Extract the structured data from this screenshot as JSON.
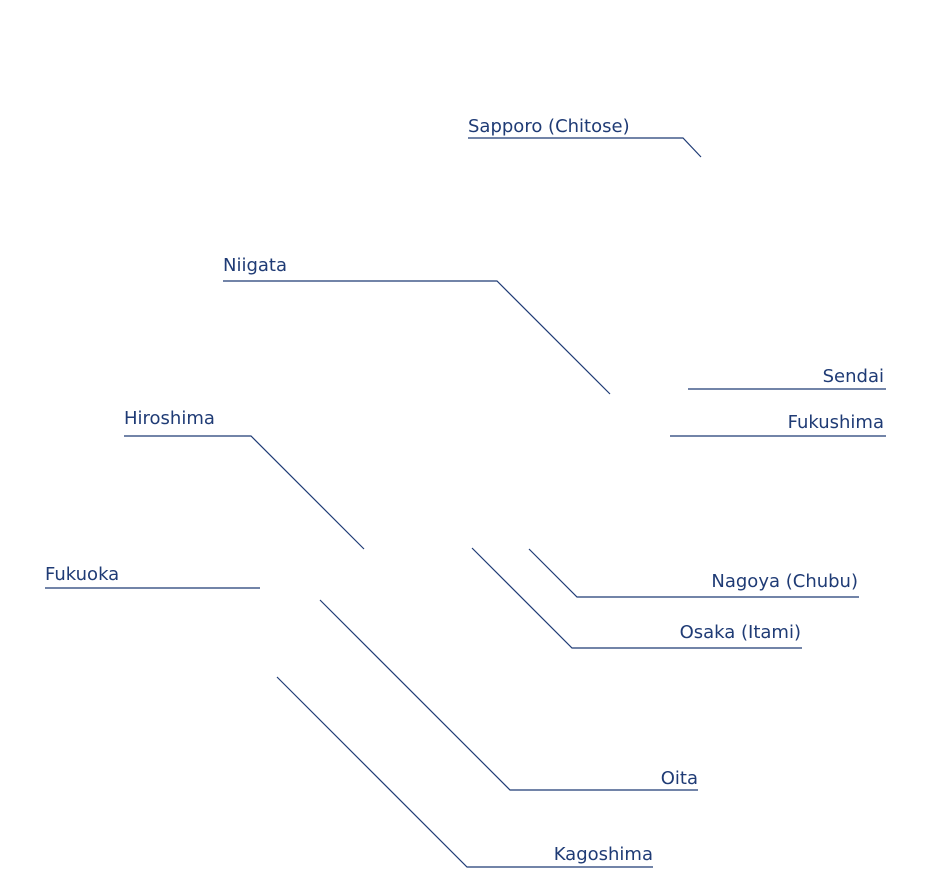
{
  "airports": {
    "sapporo": {
      "label": "Sapporo (Chitose)"
    },
    "niigata": {
      "label": "Niigata"
    },
    "sendai": {
      "label": "Sendai"
    },
    "fukushima": {
      "label": "Fukushima"
    },
    "hiroshima": {
      "label": "Hiroshima"
    },
    "fukuoka": {
      "label": "Fukuoka"
    },
    "nagoya": {
      "label": "Nagoya (Chubu)"
    },
    "osaka": {
      "label": "Osaka (Itami)"
    },
    "oita": {
      "label": "Oita"
    },
    "kagoshima": {
      "label": "Kagoshima"
    }
  },
  "colors": {
    "line": "#1f3b75",
    "text": "#1f3b75",
    "background": "#ffffff"
  }
}
